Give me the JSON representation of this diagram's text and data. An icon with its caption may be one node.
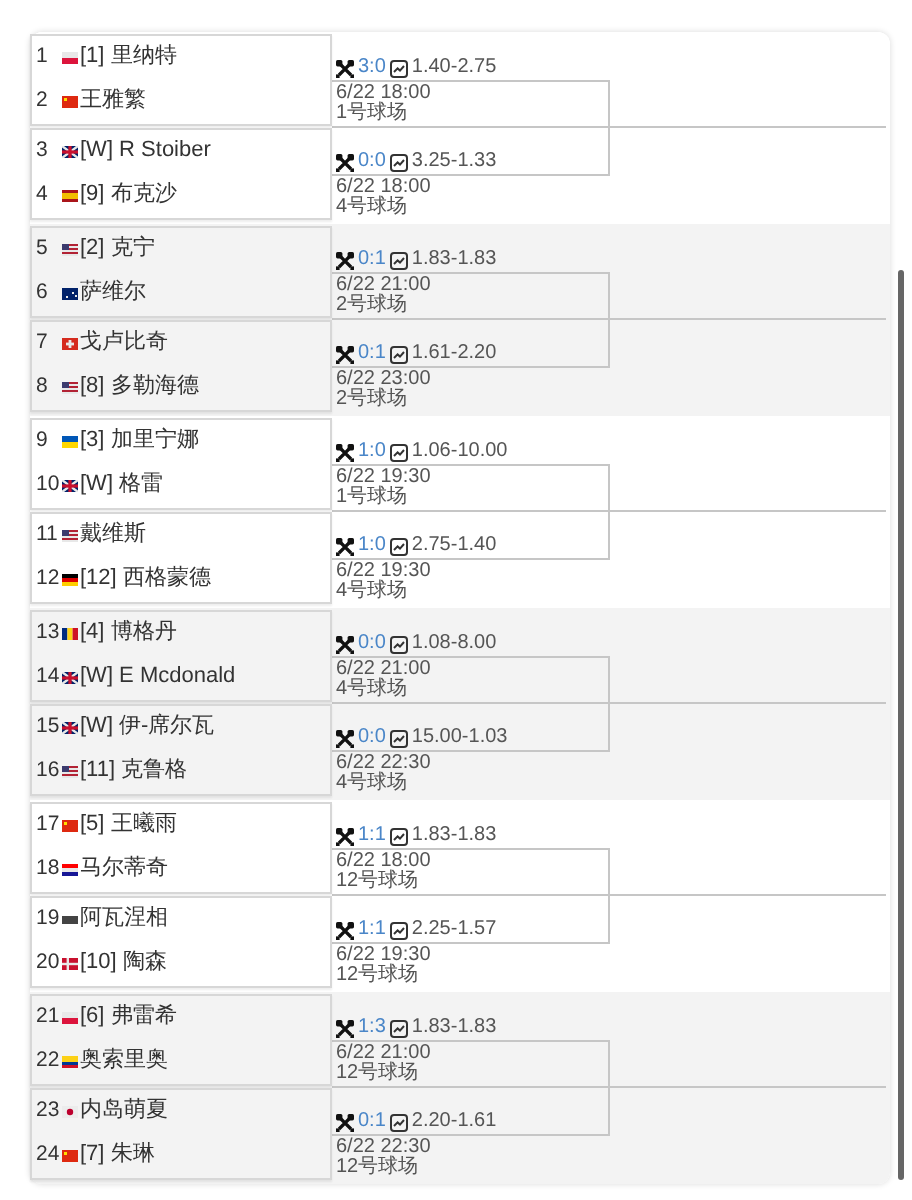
{
  "diagram": {
    "nodes": [
      {
        "text": [
          "1",
          "[1] 里纳特",
          "2",
          "王雅繁"
        ],
        "beside": [
          "3:0",
          "1.40-2.75",
          "6/22 18:00",
          "1号球场"
        ]
      },
      {
        "text": [
          "3",
          "[W] R Stoiber",
          "4",
          "[9] 布克沙"
        ],
        "beside": [
          "0:0",
          "3.25-1.33",
          "6/22 18:00",
          "4号球场"
        ]
      },
      {
        "text": [
          "5",
          "[2] 克宁",
          "6",
          "萨维尔"
        ],
        "beside": [
          "0:1",
          "1.83-1.83",
          "6/22 21:00",
          "2号球场"
        ]
      },
      {
        "text": [
          "7",
          "戈卢比奇",
          "8",
          "[8] 多勒海德"
        ],
        "beside": [
          "0:1",
          "1.61-2.20",
          "6/22 23:00",
          "2号球场"
        ]
      },
      {
        "text": [
          "9",
          "[3] 加里宁娜",
          "10",
          "[W] 格雷"
        ],
        "beside": [
          "1:0",
          "1.06-10.00",
          "6/22 19:30",
          "1号球场"
        ]
      },
      {
        "text": [
          "11",
          "戴维斯",
          "12",
          "[12] 西格蒙德"
        ],
        "beside": [
          "1:0",
          "2.75-1.40",
          "6/22 19:30",
          "4号球场"
        ]
      },
      {
        "text": [
          "13",
          "[4] 博格丹",
          "14",
          "[W] E Mcdonald"
        ],
        "beside": [
          "0:0",
          "1.08-8.00",
          "6/22 21:00",
          "4号球场"
        ]
      },
      {
        "text": [
          "15",
          "[W] 伊-席尔瓦",
          "16",
          "[11] 克鲁格"
        ],
        "beside": [
          "0:0",
          "15.00-1.03",
          "6/22 22:30",
          "4号球场"
        ]
      },
      {
        "text": [
          "17",
          "[5] 王曦雨",
          "18",
          "马尔蒂奇"
        ],
        "beside": [
          "1:1",
          "1.83-1.83",
          "6/22 18:00",
          "12号球场"
        ]
      },
      {
        "text": [
          "19",
          "阿瓦涅相",
          "20",
          "[10] 陶森"
        ],
        "beside": [
          "1:1",
          "2.25-1.57",
          "6/22 19:30",
          "12号球场"
        ]
      },
      {
        "text": [
          "21",
          "[6] 弗雷希",
          "22",
          "奥索里奥"
        ],
        "beside": [
          "1:3",
          "1.83-1.83",
          "6/22 21:00",
          "12号球场"
        ]
      },
      {
        "text": [
          "23",
          "内岛萌夏",
          "24",
          "[7] 朱琳"
        ],
        "beside": [
          "0:1",
          "2.20-1.61",
          "6/22 22:30",
          "12号球场"
        ]
      }
    ],
    "edges": [
      {
        "from": 0,
        "to": null,
        "arrow": "none"
      },
      {
        "from": 1,
        "to": null,
        "arrow": "none"
      },
      {
        "from": 2,
        "to": null,
        "arrow": "none"
      },
      {
        "from": 3,
        "to": null,
        "arrow": "none"
      },
      {
        "from": 4,
        "to": null,
        "arrow": "none"
      },
      {
        "from": 5,
        "to": null,
        "arrow": "none"
      },
      {
        "from": 6,
        "to": null,
        "arrow": "none"
      },
      {
        "from": 7,
        "to": null,
        "arrow": "none"
      },
      {
        "from": 8,
        "to": null,
        "arrow": "none"
      },
      {
        "from": 9,
        "to": null,
        "arrow": "none"
      },
      {
        "from": 10,
        "to": null,
        "arrow": "none"
      },
      {
        "from": 11,
        "to": null,
        "arrow": "none"
      }
    ]
  }
}
